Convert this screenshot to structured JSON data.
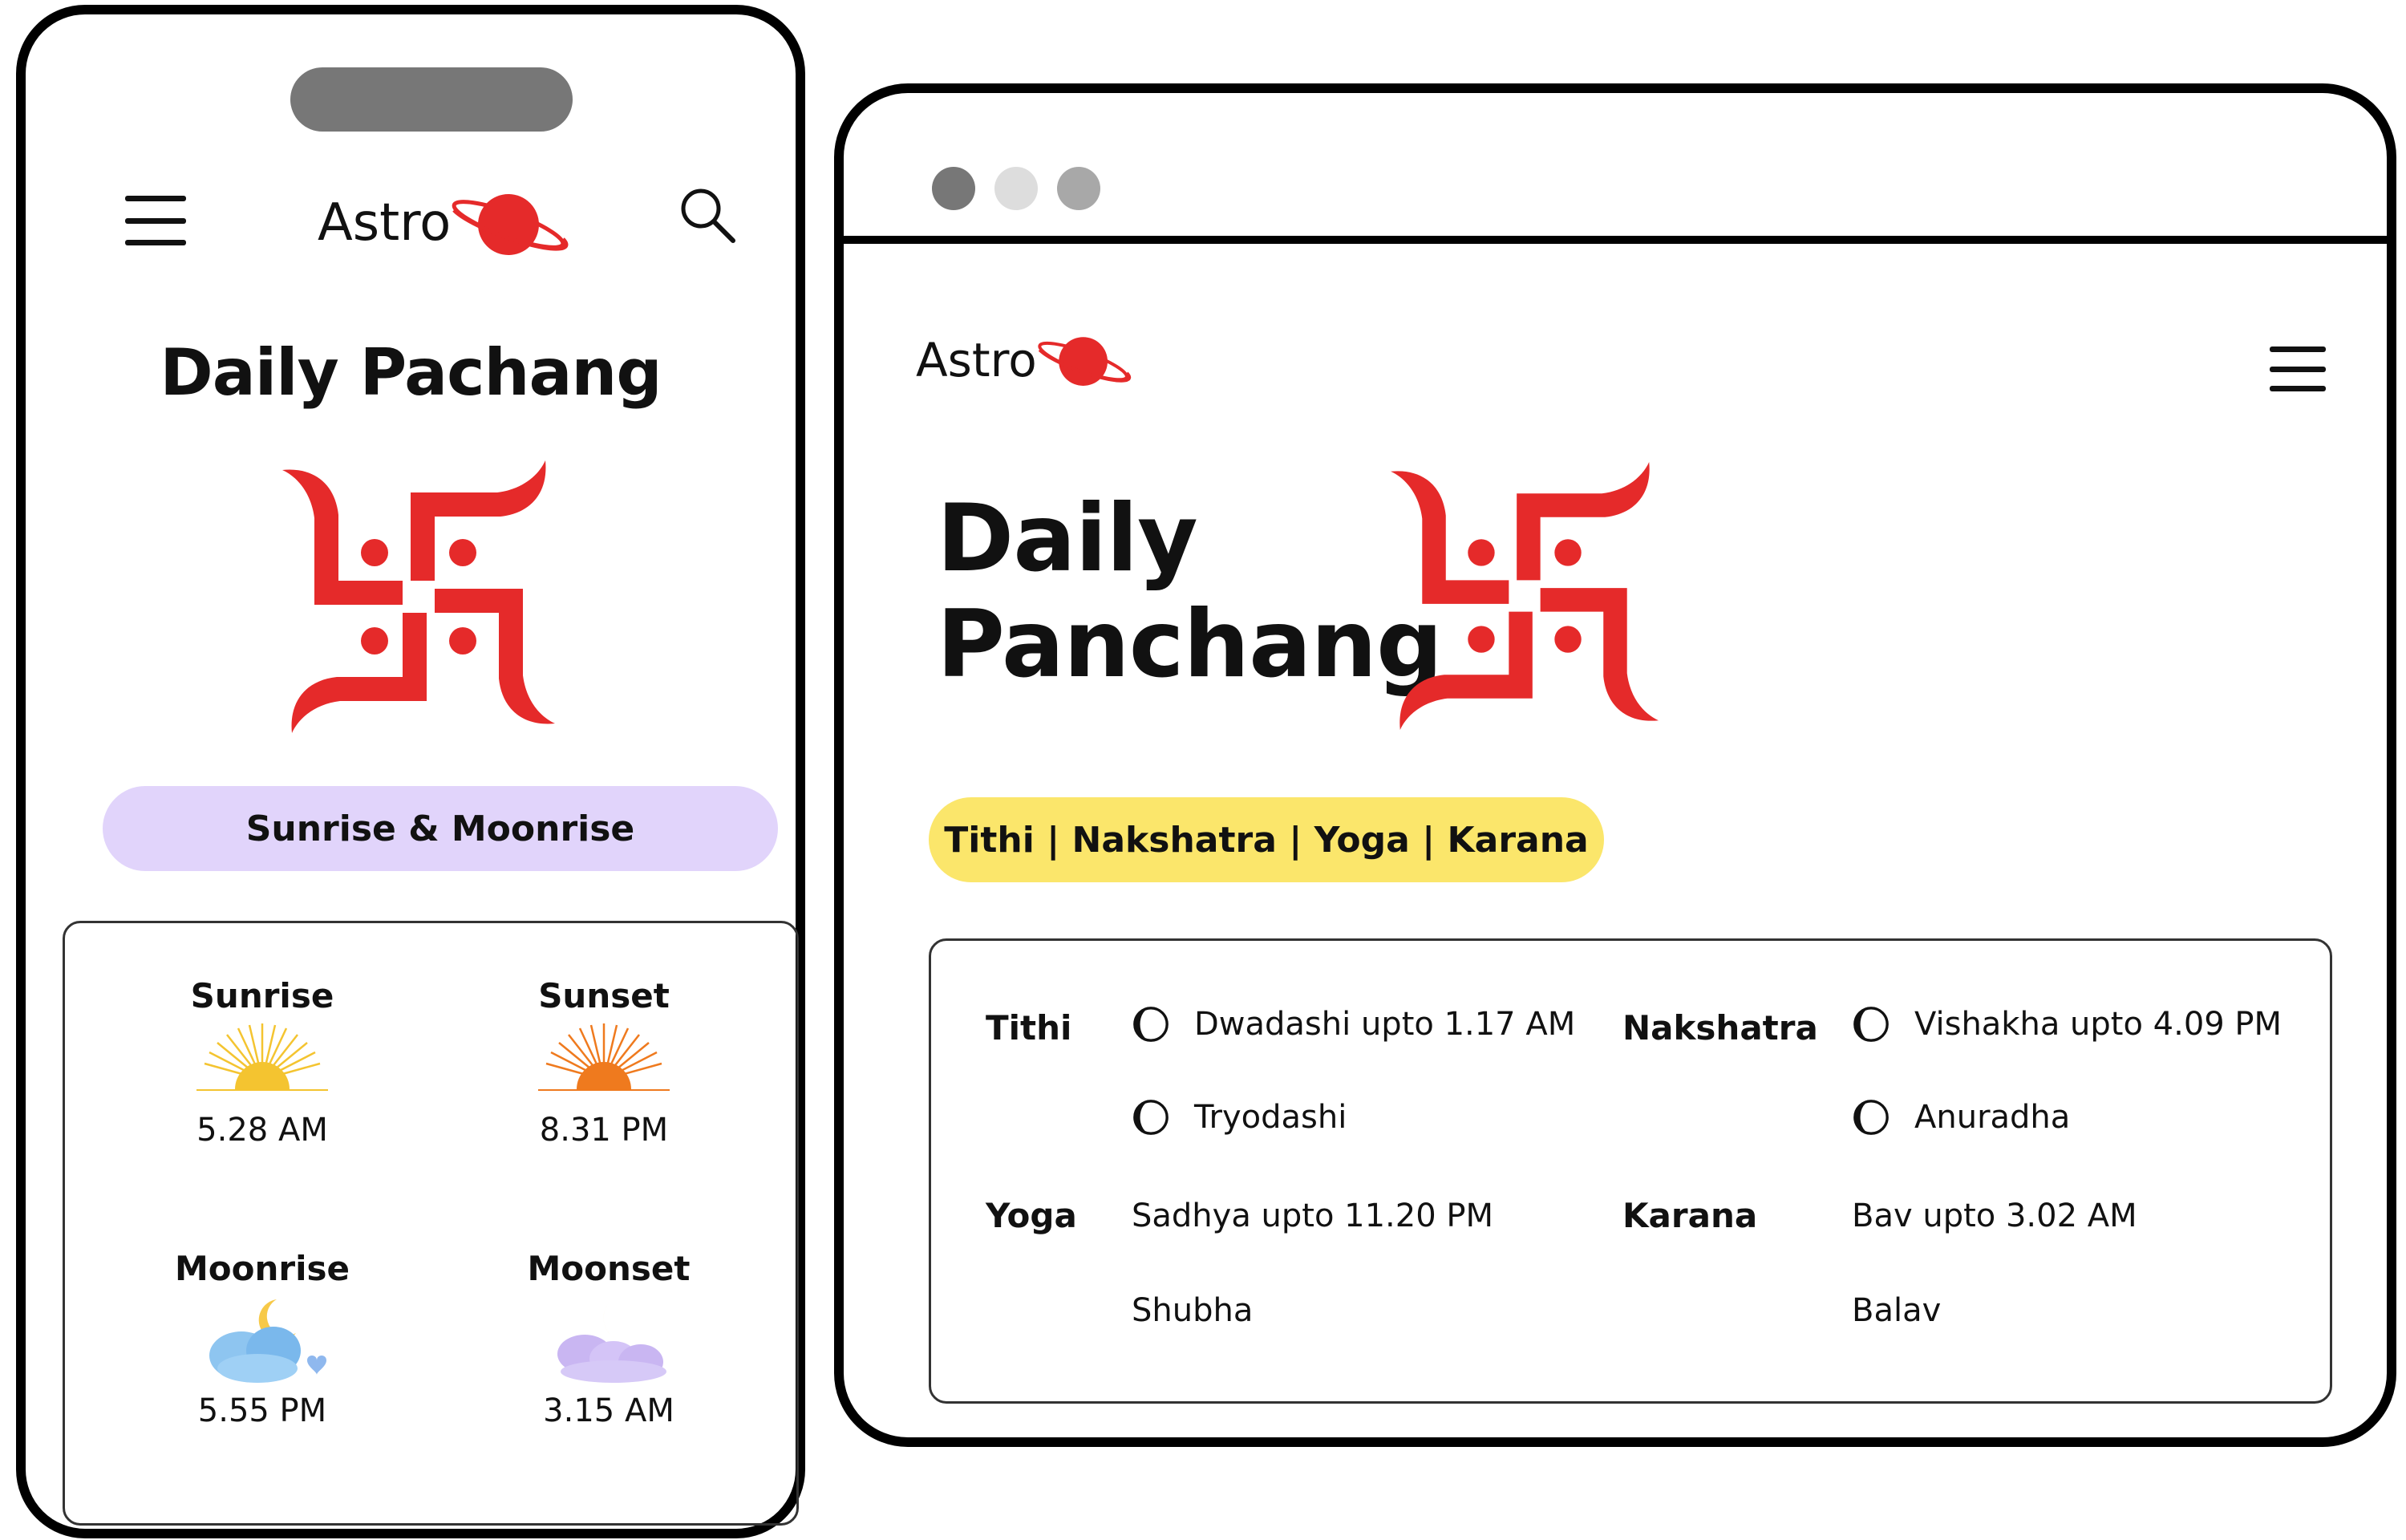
{
  "mobile": {
    "logo": {
      "text": "Astro"
    },
    "title": "Daily Pachang",
    "pill": "Sunrise & Moonrise",
    "times": [
      {
        "label": "Sunrise",
        "time": "5.28 AM",
        "icon": "sunrise-icon"
      },
      {
        "label": "Sunset",
        "time": "8.31 PM",
        "icon": "sunset-icon"
      },
      {
        "label": "Moonrise",
        "time": "5.55 PM",
        "icon": "moonrise-icon"
      },
      {
        "label": "Moonset",
        "time": "3.15 AM",
        "icon": "moonset-icon"
      }
    ]
  },
  "desktop": {
    "logo": {
      "text": "Astro"
    },
    "title_line1": "Daily",
    "title_line2": "Panchang",
    "pill": "Tithi | Nakshatra | Yoga | Karana",
    "tithi": {
      "label": "Tithi",
      "values": [
        "Dwadashi upto 1.17 AM",
        "Tryodashi"
      ]
    },
    "nakshatra": {
      "label": "Nakshatra",
      "values": [
        "Vishakha upto 4.09 PM",
        "Anuradha"
      ]
    },
    "yoga": {
      "label": "Yoga",
      "values": [
        "Sadhya upto 11.20 PM",
        "Shubha"
      ]
    },
    "karana": {
      "label": "Karana",
      "values": [
        "Bav upto 3.02 AM",
        "Balav"
      ]
    }
  },
  "colors": {
    "accent_red": "#e52a2a",
    "pill_purple": "#e1d4fb",
    "pill_yellow": "#fbe66b",
    "window_dots": [
      "#777777",
      "#dddddd",
      "#a8a8a8"
    ]
  }
}
